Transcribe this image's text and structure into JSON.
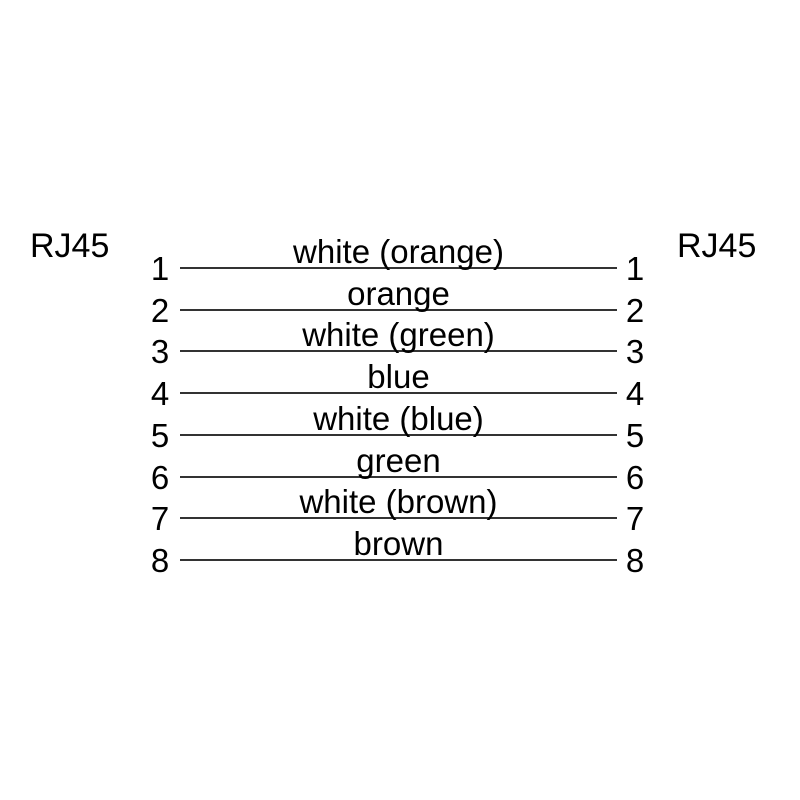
{
  "diagram": {
    "left_connector": {
      "label": "RJ45"
    },
    "right_connector": {
      "label": "RJ45"
    },
    "colors": {
      "background": "#ffffff",
      "text": "#000000",
      "wire_line": "#333333"
    },
    "pins": [
      {
        "number": "1",
        "wire": "white (orange)"
      },
      {
        "number": "2",
        "wire": "orange"
      },
      {
        "number": "3",
        "wire": "white (green)"
      },
      {
        "number": "4",
        "wire": "blue"
      },
      {
        "number": "5",
        "wire": "white (blue)"
      },
      {
        "number": "6",
        "wire": "green"
      },
      {
        "number": "7",
        "wire": "white (brown)"
      },
      {
        "number": "8",
        "wire": "brown"
      }
    ]
  }
}
